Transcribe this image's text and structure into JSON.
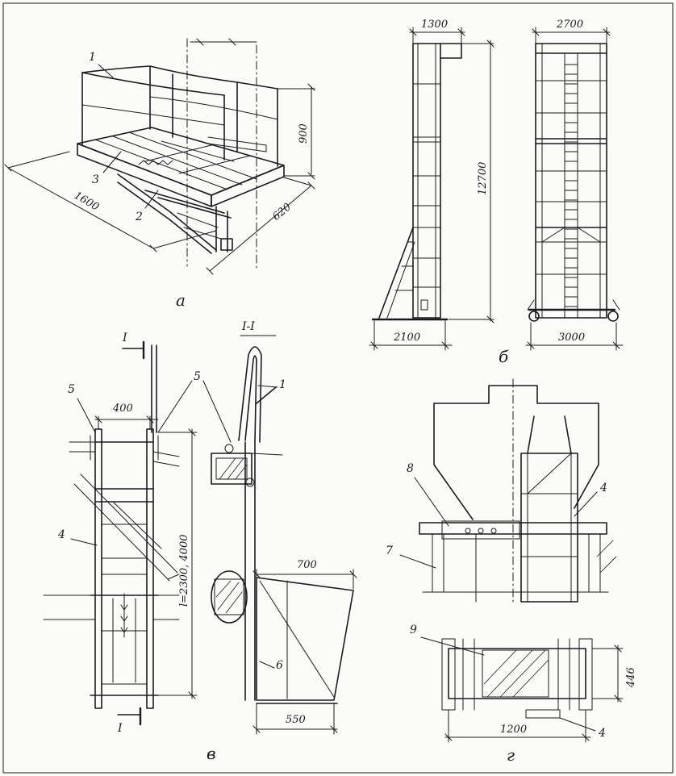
{
  "panels": {
    "a": {
      "caption": "а",
      "dims": {
        "length": "1600",
        "width": "620",
        "height": "900"
      },
      "callouts": [
        "1",
        "2",
        "3"
      ]
    },
    "b": {
      "caption": "б",
      "dims": {
        "top_left": "1300",
        "height": "12700",
        "base_left": "2100",
        "top_right": "2700",
        "base_right": "3000"
      }
    },
    "v": {
      "caption": "в",
      "section_title": "I-I",
      "section_marks": [
        "I",
        "I"
      ],
      "dims": {
        "gap": "400",
        "span": "l=2300, 4000",
        "bucket_top": "700",
        "bucket_bottom": "550"
      },
      "callouts": [
        "5",
        "5",
        "4",
        "1",
        "6"
      ]
    },
    "g": {
      "caption": "г",
      "dims": {
        "width": "1200",
        "depth": "446"
      },
      "callouts": [
        "8",
        "4",
        "7",
        "9",
        "4"
      ]
    }
  },
  "colors": {
    "ink": "#1b1b1b",
    "paper": "#fbfbfa"
  }
}
